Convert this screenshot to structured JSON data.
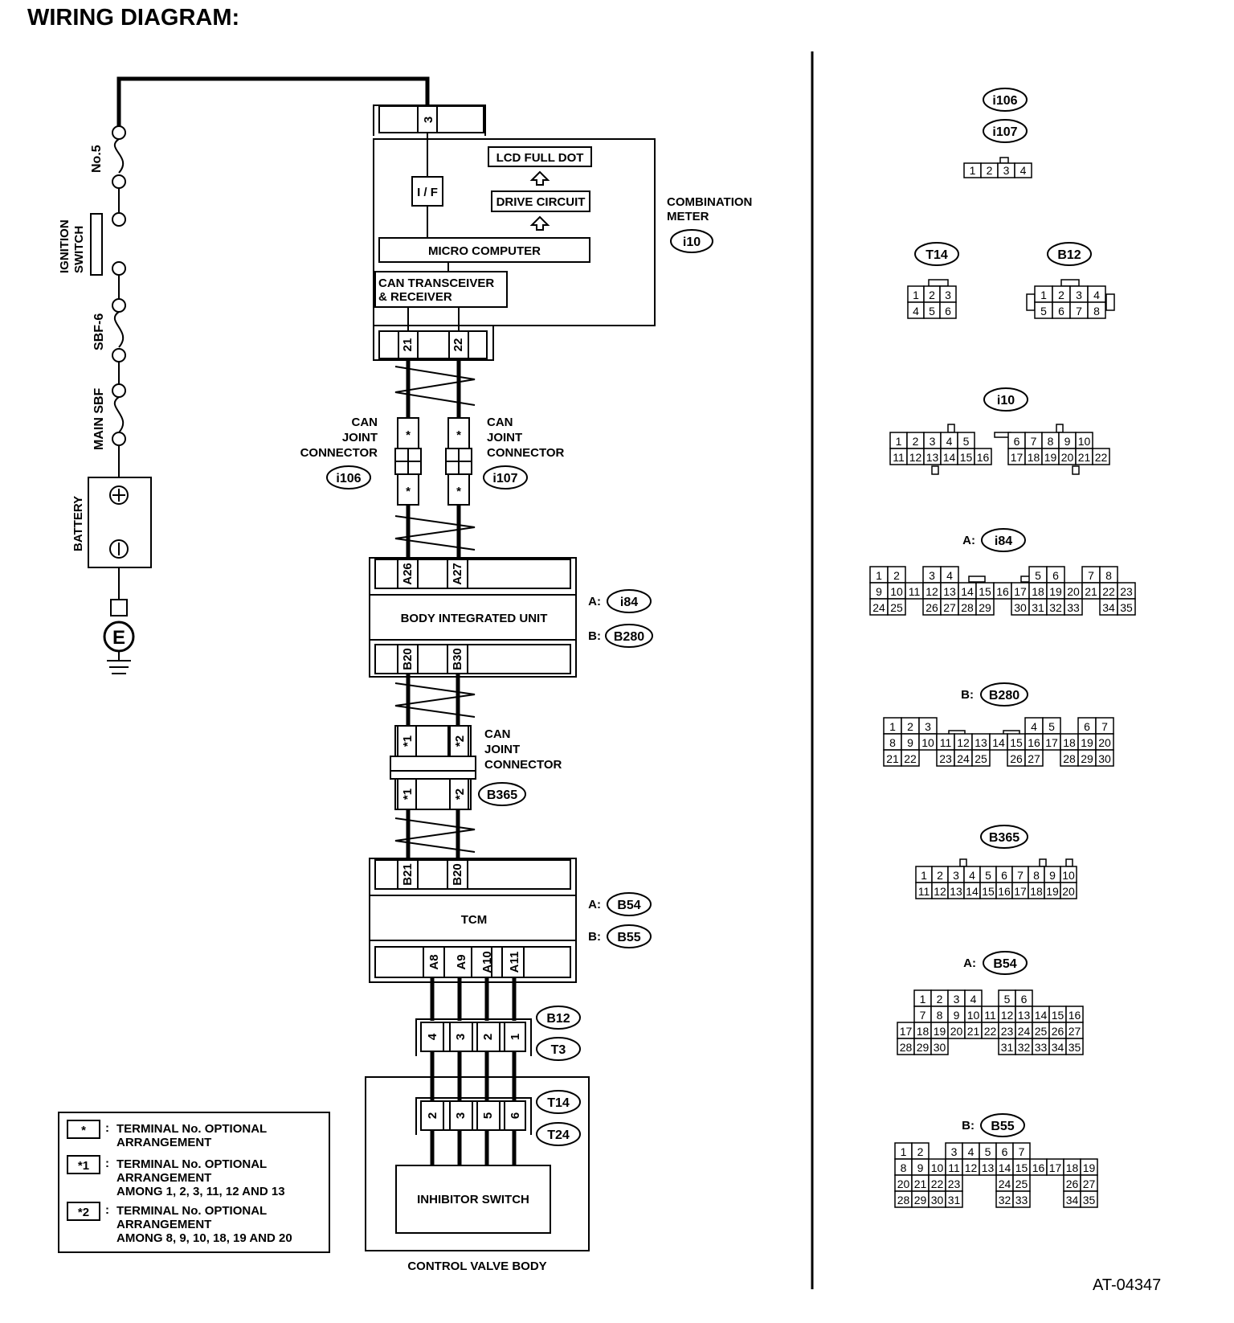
{
  "title": "WIRING DIAGRAM:",
  "drawing_code": "AT-04347",
  "power": {
    "fuse_no5": "No.5",
    "ignition_switch": [
      "IGNITION",
      "SWITCH"
    ],
    "sbf6": "SBF-6",
    "main_sbf": "MAIN SBF",
    "battery": "BATTERY",
    "ground": "E"
  },
  "combination_meter": {
    "name": [
      "COMBINATION",
      "METER"
    ],
    "connector": "i10",
    "lcd": "LCD FULL DOT",
    "drive": "DRIVE CIRCUIT",
    "if": "I / F",
    "micro": "MICRO COMPUTER",
    "can": [
      "CAN TRANSCEIVER",
      "& RECEIVER"
    ],
    "pin_top": "3",
    "pins_bottom": [
      "21",
      "22"
    ]
  },
  "can_joint_top": {
    "label": [
      "CAN",
      "JOINT",
      "CONNECTOR"
    ],
    "left_connector": "i106",
    "right_connector": "i107",
    "star": "*"
  },
  "body_integrated_unit": {
    "name": "BODY INTEGRATED UNIT",
    "conn_a_prefix": "A:",
    "conn_a": "i84",
    "conn_b_prefix": "B:",
    "conn_b": "B280",
    "pins_top": [
      "A26",
      "A27"
    ],
    "pins_bottom": [
      "B20",
      "B30"
    ]
  },
  "can_joint_mid": {
    "label": [
      "CAN",
      "JOINT",
      "CONNECTOR"
    ],
    "connector": "B365",
    "pins": [
      "*1",
      "*2"
    ]
  },
  "tcm": {
    "name": "TCM",
    "conn_a_prefix": "A:",
    "conn_a": "B54",
    "conn_b_prefix": "B:",
    "conn_b": "B55",
    "pins_top": [
      "B21",
      "B20"
    ],
    "pins_bottom": [
      "A8",
      "A9",
      "A10",
      "A11"
    ]
  },
  "b12_t3": {
    "connectors": [
      "B12",
      "T3"
    ],
    "pins": [
      "4",
      "3",
      "2",
      "1"
    ]
  },
  "control_valve_body": {
    "name": "CONTROL VALVE BODY",
    "connectors": [
      "T14",
      "T24"
    ],
    "pins": [
      "2",
      "3",
      "5",
      "6"
    ],
    "switch": "INHIBITOR SWITCH"
  },
  "legend": [
    {
      "symbol": "*",
      "lines": [
        "TERMINAL No. OPTIONAL",
        "ARRANGEMENT"
      ]
    },
    {
      "symbol": "*1",
      "lines": [
        "TERMINAL No. OPTIONAL",
        "ARRANGEMENT",
        "AMONG 1, 2, 3, 11, 12  AND 13"
      ]
    },
    {
      "symbol": "*2",
      "lines": [
        "TERMINAL No. OPTIONAL",
        "ARRANGEMENT",
        "AMONG 8, 9, 10, 18, 19  AND 20"
      ]
    }
  ],
  "connector_views": {
    "i106": "i106",
    "i107": "i107",
    "i106_pins": [
      "1",
      "2",
      "3",
      "4"
    ],
    "t14": "T14",
    "t14_rows": [
      [
        "1",
        "2",
        "3"
      ],
      [
        "4",
        "5",
        "6"
      ]
    ],
    "b12": "B12",
    "b12_rows": [
      [
        "1",
        "2",
        "3",
        "4"
      ],
      [
        "5",
        "6",
        "7",
        "8"
      ]
    ],
    "i10": "i10",
    "i10_rows": [
      [
        "1",
        "2",
        "3",
        "4",
        "5",
        "",
        "",
        "6",
        "7",
        "8",
        "9",
        "10"
      ],
      [
        "11",
        "12",
        "13",
        "14",
        "15",
        "16",
        "",
        "17",
        "18",
        "19",
        "20",
        "21",
        "22"
      ]
    ],
    "i84_prefix": "A:",
    "i84": "i84",
    "i84_rows": [
      [
        "1",
        "2",
        "",
        "3",
        "4",
        "",
        "",
        "",
        "",
        "5",
        "6",
        "",
        "7",
        "8"
      ],
      [
        "9",
        "10",
        "11",
        "12",
        "13",
        "14",
        "15",
        "16",
        "17",
        "18",
        "19",
        "20",
        "21",
        "22",
        "23"
      ],
      [
        "24",
        "25",
        "",
        "26",
        "27",
        "28",
        "29",
        "",
        "30",
        "31",
        "32",
        "33",
        "",
        "34",
        "35"
      ]
    ],
    "b280_prefix": "B:",
    "b280": "B280",
    "b280_rows": [
      [
        "1",
        "2",
        "3",
        "",
        "",
        "",
        "",
        "",
        "4",
        "5",
        "",
        "6",
        "7"
      ],
      [
        "8",
        "9",
        "10",
        "11",
        "12",
        "13",
        "14",
        "15",
        "16",
        "17",
        "18",
        "19",
        "20"
      ],
      [
        "21",
        "22",
        "",
        "23",
        "24",
        "25",
        "",
        "26",
        "27",
        "",
        "28",
        "29",
        "30"
      ]
    ],
    "b365": "B365",
    "b365_rows": [
      [
        "1",
        "2",
        "3",
        "4",
        "5",
        "6",
        "7",
        "8",
        "9",
        "10"
      ],
      [
        "11",
        "12",
        "13",
        "14",
        "15",
        "16",
        "17",
        "18",
        "19",
        "20"
      ]
    ],
    "b54_prefix": "A:",
    "b54": "B54",
    "b54_rows": [
      [
        "",
        "1",
        "2",
        "3",
        "4",
        "",
        "5",
        "6"
      ],
      [
        "",
        "7",
        "8",
        "9",
        "10",
        "11",
        "12",
        "13",
        "14",
        "15",
        "16"
      ],
      [
        "17",
        "18",
        "19",
        "20",
        "21",
        "22",
        "23",
        "24",
        "25",
        "26",
        "27"
      ],
      [
        "28",
        "29",
        "30",
        "",
        "",
        "",
        "31",
        "32",
        "33",
        "34",
        "35"
      ]
    ],
    "b55_prefix": "B:",
    "b55": "B55",
    "b55_rows": [
      [
        "1",
        "2",
        "",
        "3",
        "4",
        "5",
        "6",
        "7"
      ],
      [
        "8",
        "9",
        "10",
        "11",
        "12",
        "13",
        "14",
        "15",
        "16",
        "17",
        "18",
        "19"
      ],
      [
        "20",
        "21",
        "22",
        "23",
        "",
        "",
        "24",
        "25",
        "",
        "",
        "26",
        "27"
      ],
      [
        "28",
        "29",
        "30",
        "31",
        "",
        "",
        "32",
        "33",
        "",
        "",
        "34",
        "35"
      ]
    ]
  }
}
